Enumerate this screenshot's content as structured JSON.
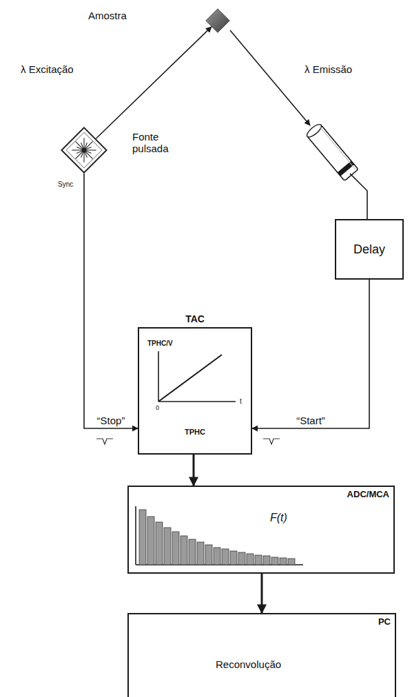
{
  "diagram": {
    "nodes": [
      {
        "text": [
          "Amostra"
        ]
      },
      {
        "text": [
          "Fonte pulsada"
        ]
      },
      {
        "text": [
          "Delay"
        ]
      },
      {
        "text": [
          "TAC",
          "TPHC/V",
          "0",
          "t",
          "TPHC"
        ]
      },
      {
        "text": [
          "ADC/MCA",
          "F(t)"
        ]
      },
      {
        "text": [
          "PC",
          "Reconvolução"
        ]
      }
    ],
    "edges": [
      {
        "from": 1,
        "to": 0,
        "arrow": "to"
      },
      {
        "from": 1,
        "to": 3,
        "label": "“Stop”",
        "arrow": "to"
      },
      {
        "from": 2,
        "to": 3,
        "label": "“Start”",
        "arrow": "to"
      },
      {
        "from": 3,
        "to": 4,
        "arrow": "to"
      },
      {
        "from": 4,
        "to": 5,
        "arrow": "to"
      }
    ],
    "labels": [
      "λ Excitação",
      "λ Emissão",
      "Sync"
    ]
  }
}
